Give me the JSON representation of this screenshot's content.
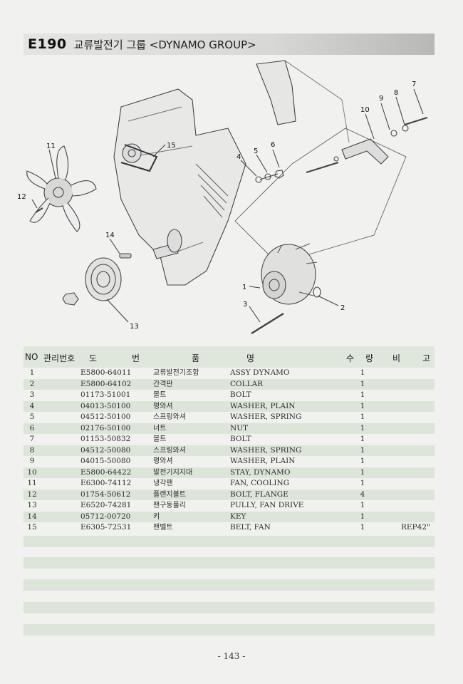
{
  "header": {
    "code": "E190",
    "title": "교류발전기 그룹 <DYNAMO GROUP>"
  },
  "diagram": {
    "callouts": [
      "1",
      "2",
      "3",
      "4",
      "5",
      "6",
      "7",
      "8",
      "9",
      "10",
      "11",
      "12",
      "13",
      "14",
      "15"
    ]
  },
  "table": {
    "headers": {
      "no": "NO",
      "part_no": "관리번호",
      "do": "도",
      "beon": "번",
      "pum": "품",
      "myeong": "명",
      "su": "수",
      "ryang": "량",
      "bi": "비",
      "go": "고"
    },
    "rows": [
      {
        "no": "1",
        "part_no": "E5800-64011",
        "name_kr": "교류발전기조합",
        "name_en": "ASSY DYNAMO",
        "qty": "1",
        "remark": ""
      },
      {
        "no": "2",
        "part_no": "E5800-64102",
        "name_kr": "간격판",
        "name_en": "COLLAR",
        "qty": "1",
        "remark": ""
      },
      {
        "no": "3",
        "part_no": "01173-51001",
        "name_kr": "볼트",
        "name_en": "BOLT",
        "qty": "1",
        "remark": ""
      },
      {
        "no": "4",
        "part_no": "04013-50100",
        "name_kr": "평와셔",
        "name_en": "WASHER, PLAIN",
        "qty": "1",
        "remark": ""
      },
      {
        "no": "5",
        "part_no": "04512-50100",
        "name_kr": "스프링와셔",
        "name_en": "WASHER, SPRING",
        "qty": "1",
        "remark": ""
      },
      {
        "no": "6",
        "part_no": "02176-50100",
        "name_kr": "너트",
        "name_en": "NUT",
        "qty": "1",
        "remark": ""
      },
      {
        "no": "7",
        "part_no": "01153-50832",
        "name_kr": "볼트",
        "name_en": "BOLT",
        "qty": "1",
        "remark": ""
      },
      {
        "no": "8",
        "part_no": "04512-50080",
        "name_kr": "스프링와셔",
        "name_en": "WASHER, SPRING",
        "qty": "1",
        "remark": ""
      },
      {
        "no": "9",
        "part_no": "04015-50080",
        "name_kr": "평와셔",
        "name_en": "WASHER, PLAIN",
        "qty": "1",
        "remark": ""
      },
      {
        "no": "10",
        "part_no": "E5800-64422",
        "name_kr": "발전기지지대",
        "name_en": "STAY, DYNAMO",
        "qty": "1",
        "remark": ""
      },
      {
        "no": "11",
        "part_no": "E6300-74112",
        "name_kr": "냉각팬",
        "name_en": "FAN, COOLING",
        "qty": "1",
        "remark": ""
      },
      {
        "no": "12",
        "part_no": "01754-50612",
        "name_kr": "플랜지볼트",
        "name_en": "BOLT, FLANGE",
        "qty": "4",
        "remark": ""
      },
      {
        "no": "13",
        "part_no": "E6520-74281",
        "name_kr": "팬구동풀리",
        "name_en": "PULLY, FAN DRIVE",
        "qty": "1",
        "remark": ""
      },
      {
        "no": "14",
        "part_no": "05712-00720",
        "name_kr": "키",
        "name_en": "KEY",
        "qty": "1",
        "remark": ""
      },
      {
        "no": "15",
        "part_no": "E6305-72531",
        "name_kr": "팬벨트",
        "name_en": "BELT, FAN",
        "qty": "1",
        "remark": "REP42\""
      }
    ]
  },
  "footer": {
    "page": "- 143 -"
  }
}
